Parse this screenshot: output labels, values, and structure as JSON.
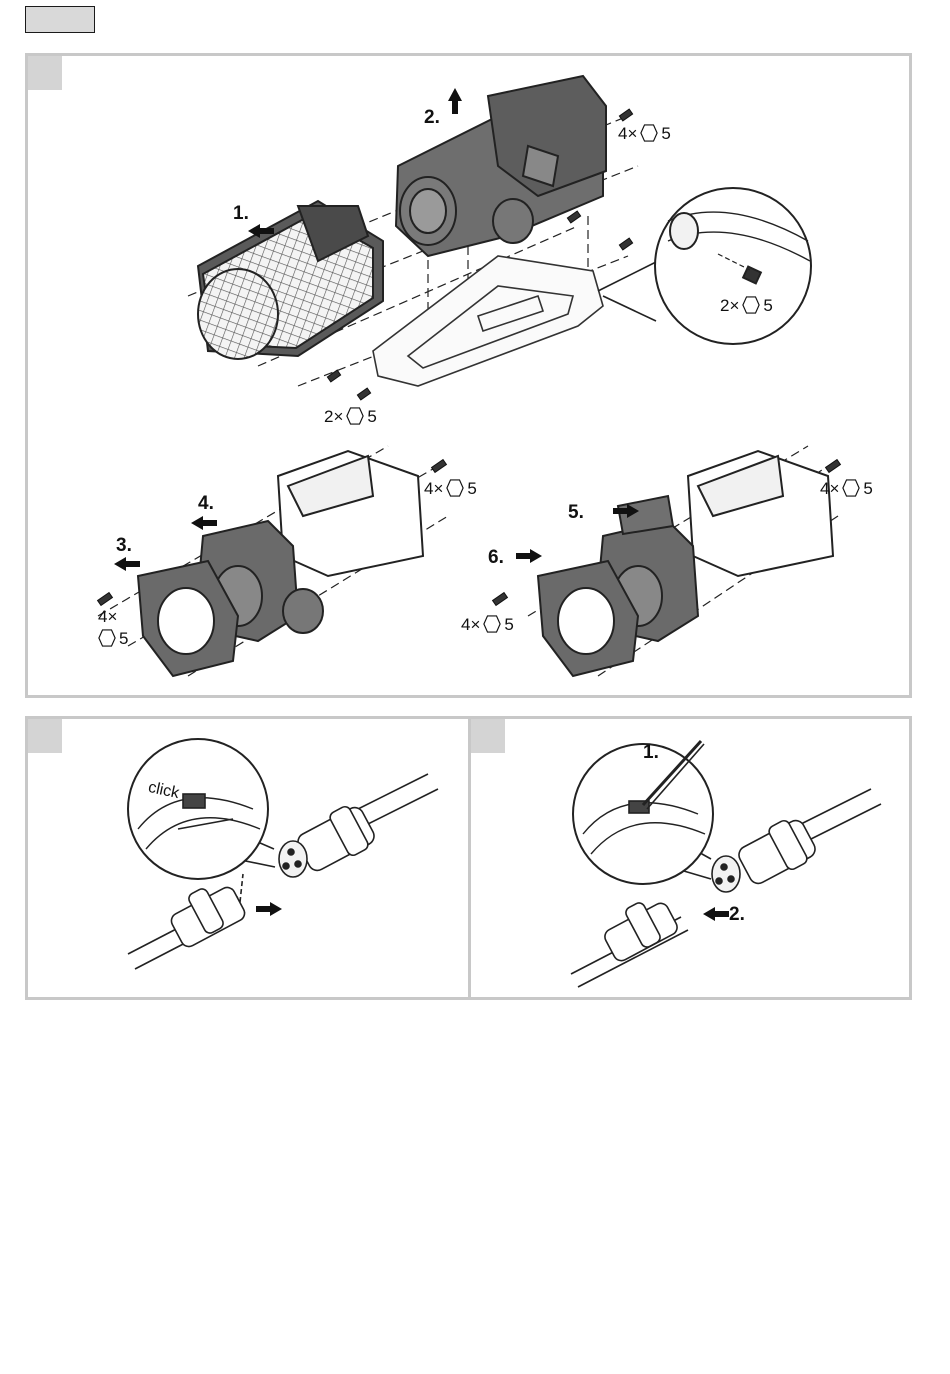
{
  "panel_a": {
    "steps": [
      "1.",
      "2.",
      "3.",
      "4.",
      "5.",
      "6."
    ],
    "screw_labels": {
      "top_right": {
        "count": "4×",
        "size": "5"
      },
      "zoom": {
        "count": "2×",
        "size": "5"
      },
      "bottom": {
        "count": "2×",
        "size": "5"
      },
      "left_motor_top": {
        "count": "4×",
        "size": "5"
      },
      "right_motor_top": {
        "count": "4×",
        "size": "5"
      },
      "left_flange": {
        "count": "4×",
        "size": "5"
      },
      "right_flange": {
        "count": "4×",
        "size": "5"
      }
    }
  },
  "panel_b": {
    "zoom_text": "click"
  },
  "panel_c": {
    "steps": [
      "1.",
      "2."
    ]
  },
  "icons": {
    "hex": "hex-key-icon",
    "arrow": "direction-arrow-icon"
  }
}
